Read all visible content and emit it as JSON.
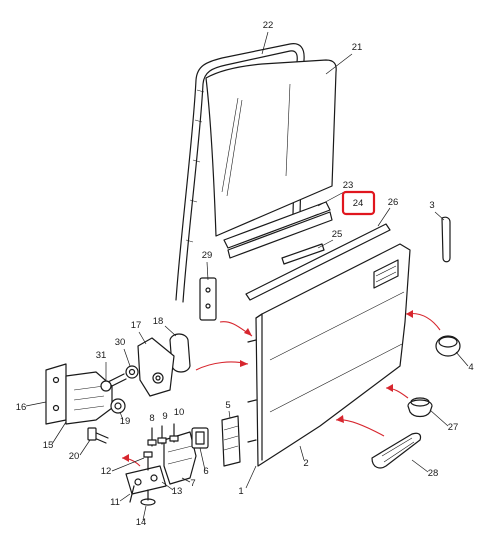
{
  "diagram": {
    "part_numbers": [
      "22",
      "21",
      "23",
      "24",
      "26",
      "3",
      "25",
      "29",
      "18",
      "17",
      "30",
      "31",
      "4",
      "16",
      "19",
      "15",
      "20",
      "5",
      "8",
      "9",
      "10",
      "12",
      "6",
      "7",
      "11",
      "13",
      "14",
      "27",
      "1",
      "2",
      "28"
    ],
    "highlighted_part": "24",
    "colors": {
      "line": "#1a1a1a",
      "arrow": "#d7262e",
      "highlight": "#e0161e"
    }
  }
}
